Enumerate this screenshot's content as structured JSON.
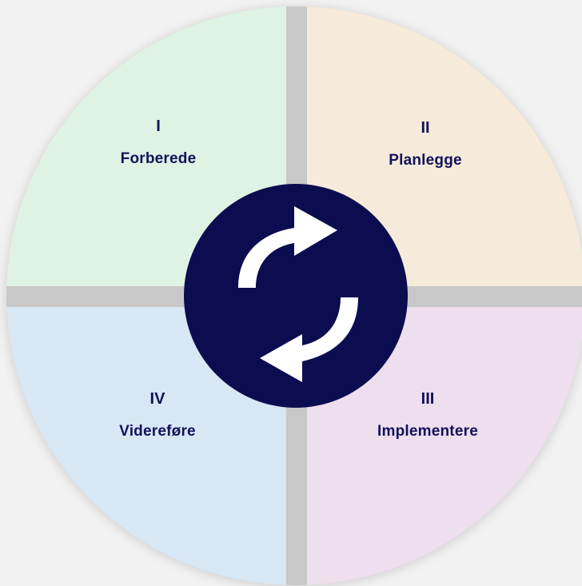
{
  "quadrants": [
    {
      "numeral": "I",
      "label": "Forberede",
      "color": "#dff3e4"
    },
    {
      "numeral": "II",
      "label": "Planlegge",
      "color": "#f6eadb"
    },
    {
      "numeral": "III",
      "label": "Implementere",
      "color": "#eedfee"
    },
    {
      "numeral": "IV",
      "label": "Videreføre",
      "color": "#d8e7f4"
    }
  ],
  "center": {
    "icon": "refresh-cycle-icon",
    "background": "#0c0c50",
    "arrow_color": "#ffffff"
  },
  "background": "#f2f2f2",
  "gap_color": "#c8c8c8"
}
